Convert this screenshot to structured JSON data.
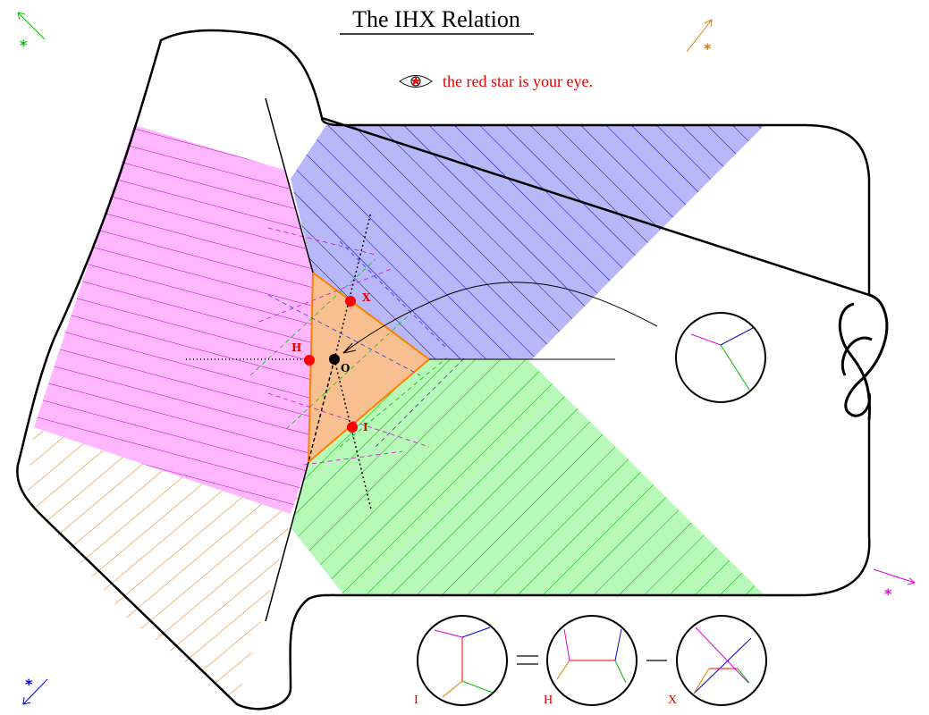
{
  "title": "The IHX Relation",
  "caption": "the red star is your eye.",
  "points": {
    "x": "X",
    "h": "H",
    "i": "I",
    "o": "O"
  },
  "equation": {
    "diagram_1_label": "I",
    "diagram_2_label": "H",
    "diagram_3_label": "X"
  },
  "stars": {
    "green": "*",
    "orange": "*",
    "magenta": "*",
    "blue": "*"
  },
  "colors": {
    "red": "#ff0000",
    "green": "#00c000",
    "orange": "#e07800",
    "magenta": "#e000e0",
    "blue": "#0000d0",
    "pink_fill": "#ffb8ff",
    "blue_fill": "#b8b8f8",
    "green_fill": "#b8f8b8",
    "core_fill": "#f8c090"
  }
}
